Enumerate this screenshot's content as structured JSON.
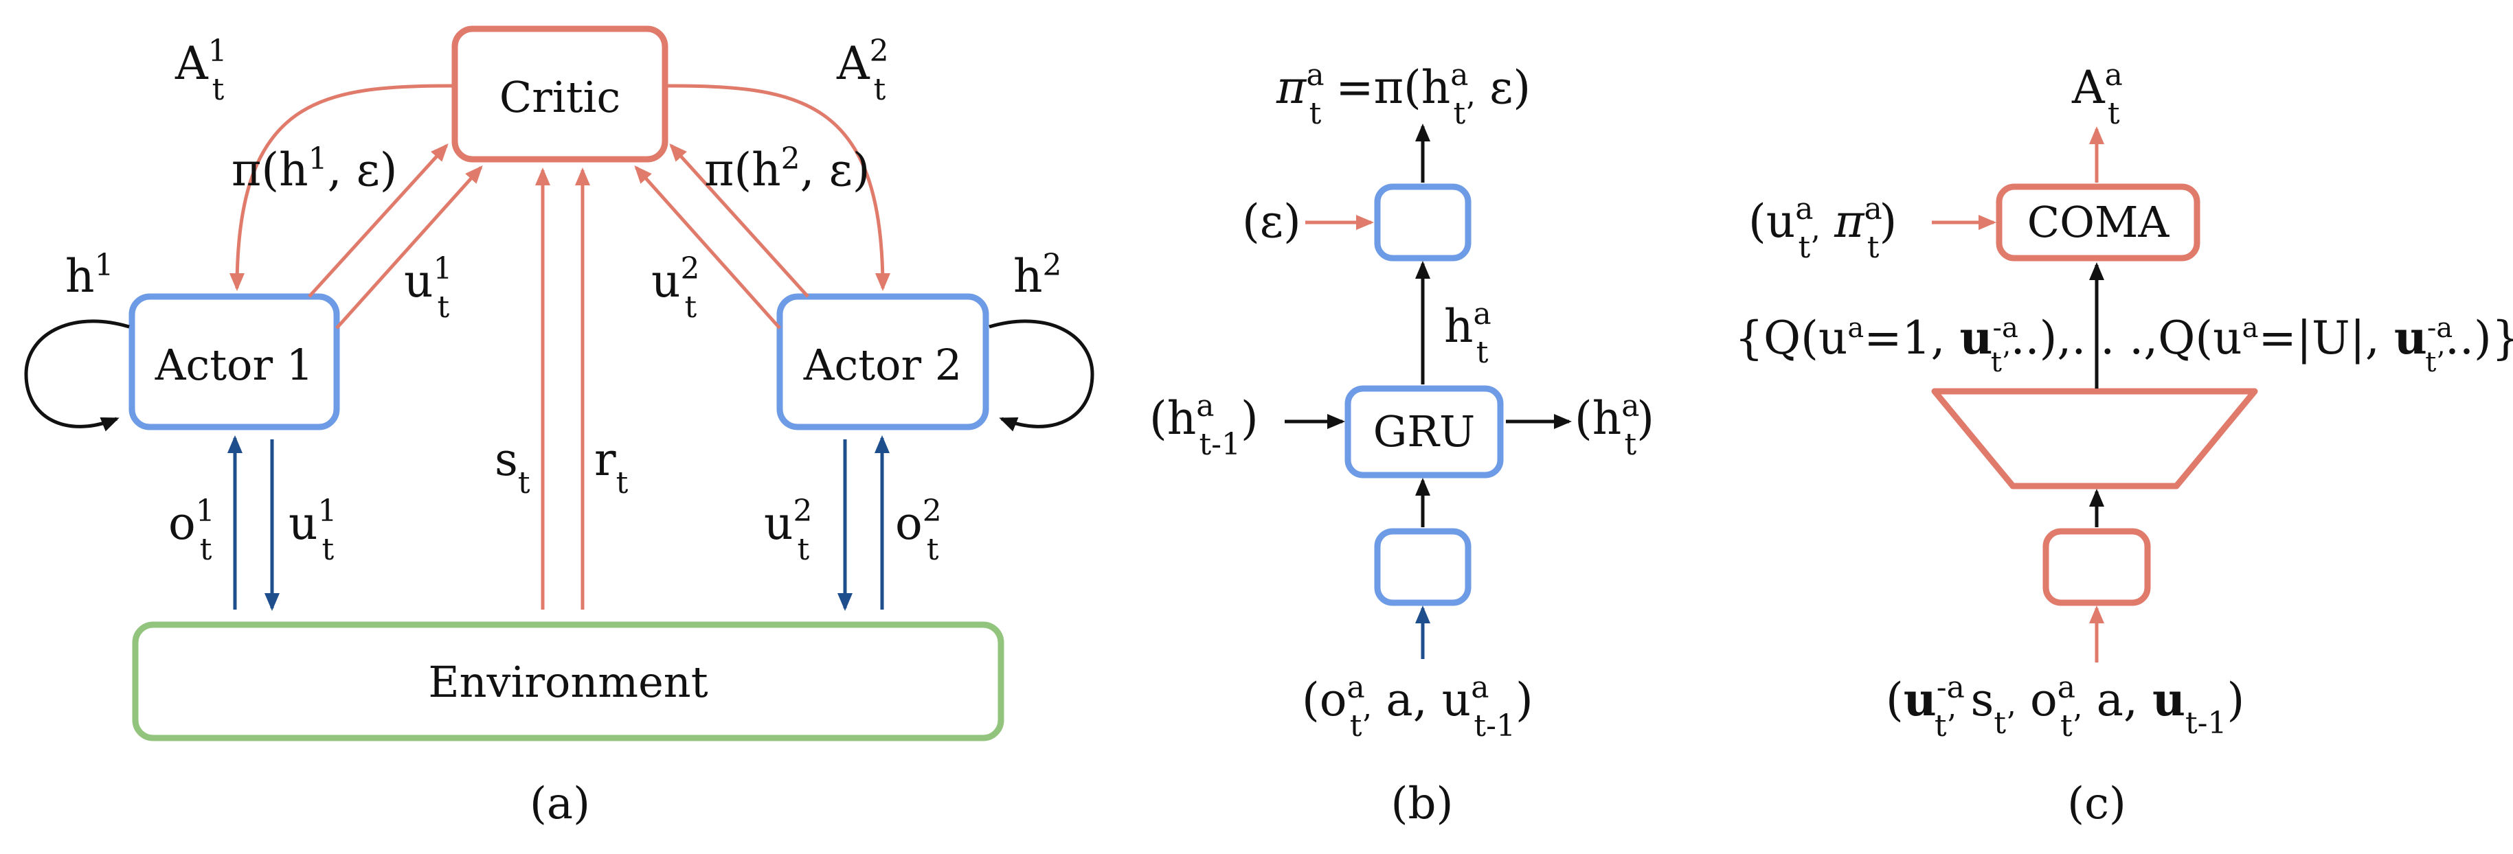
{
  "colors": {
    "red": "#e07a6a",
    "blue": "#6e9be6",
    "green": "#93c47d",
    "navy": "#1f4e8c",
    "black": "#111111"
  },
  "panel_a": {
    "critic": "Critic",
    "actor1": "Actor 1",
    "actor2": "Actor 2",
    "environment": "Environment",
    "A1": {
      "base": "A",
      "sup": "1",
      "sub": "t"
    },
    "A2": {
      "base": "A",
      "sup": "2",
      "sub": "t"
    },
    "pi_h1": {
      "pre": "π(h",
      "sup": "1",
      "post": ", ε)"
    },
    "pi_h2": {
      "pre": "π(h",
      "sup": "2",
      "post": ", ε)"
    },
    "h1": {
      "base": "h",
      "sup": "1"
    },
    "h2": {
      "base": "h",
      "sup": "2"
    },
    "u1_critic": {
      "base": "u",
      "sup": "1",
      "sub": "t"
    },
    "u2_critic": {
      "base": "u",
      "sup": "2",
      "sub": "t"
    },
    "o1": {
      "base": "o",
      "sup": "1",
      "sub": "t"
    },
    "u1_env": {
      "base": "u",
      "sup": "1",
      "sub": "t"
    },
    "u2_env": {
      "base": "u",
      "sup": "2",
      "sub": "t"
    },
    "o2": {
      "base": "o",
      "sup": "2",
      "sub": "t"
    },
    "s": {
      "base": "s",
      "sub": "t"
    },
    "r": {
      "base": "r",
      "sub": "t"
    },
    "caption": "(a)"
  },
  "panel_b": {
    "gru": "GRU",
    "pi_top": {
      "a": "π",
      "a_sup": "a",
      "a_sub": "t",
      "b": " =π(h",
      "b_sup": "a",
      "b_sub": "t’",
      "c": " ε)"
    },
    "eps": "(ε)",
    "h_out_mid": {
      "base": "h",
      "sup": "a",
      "sub": "t"
    },
    "h_in": {
      "pre": "(h",
      "sup": "a",
      "sub": "t-1",
      "post": ")"
    },
    "h_out": {
      "pre": "(h",
      "sup": "a",
      "sub": "t",
      "post": ")"
    },
    "input": {
      "p1": "(o",
      "s1": "a",
      "b1": "t’",
      "p2": " a, u",
      "s2": "a",
      "b2": "t-1",
      "p3": ")"
    },
    "caption": "(b)"
  },
  "panel_c": {
    "coma": "COMA",
    "A_top": {
      "base": "A",
      "sup": "a",
      "sub": "t"
    },
    "left_in": {
      "p1": "(u",
      "s1": "a",
      "b1": "t’",
      "p2": " π",
      "s2": "a",
      "b2": "t",
      "p3": ")"
    },
    "q_set": {
      "p1": "{Q(u",
      "s1": "a",
      "p2": "=1, ",
      "bold1": "u",
      "s2": "-a",
      "b2": "t’",
      "p3": "..),. . .,Q(u",
      "s3": "a",
      "p4": "=|U|, ",
      "bold2": "u",
      "s4": "-a",
      "b4": "t’",
      "p5": "..)}"
    },
    "input": {
      "p1": "(",
      "bold1": "u",
      "s1": "-a",
      "b1": "t’",
      "p2": " s",
      "b2": "t’",
      "p3": " o",
      "s3": "a",
      "b3": "t’",
      "p4": " a, ",
      "bold2": "u",
      "b4": "t-1",
      "p5": ")"
    },
    "caption": "(c)"
  }
}
